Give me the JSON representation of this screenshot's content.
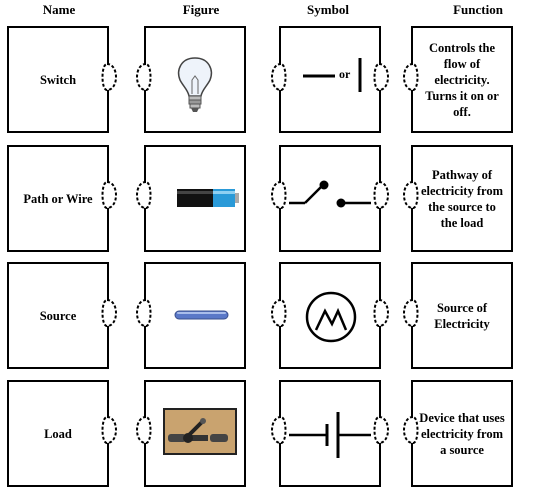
{
  "headers": [
    "Name",
    "Figure",
    "Symbol",
    "Function"
  ],
  "names": [
    "Switch",
    "Path or Wire",
    "Source",
    "Load"
  ],
  "functions": [
    "Controls the flow of electricity.  Turns it on or off.",
    "Pathway of electricity from the source to the load",
    "Source of Electricity",
    "Device that uses electricity from a source"
  ],
  "symbols": {
    "switch_or_label": "or"
  },
  "figures": [
    "light-bulb",
    "battery",
    "wire",
    "switch"
  ],
  "symbol_icons": [
    "switch-symbol",
    "open-switch-symbol",
    "generator-symbol",
    "battery-cell-symbol"
  ],
  "colors": {
    "border": "#000000",
    "battery_body": "#111111",
    "battery_cap": "#2a9ad8",
    "wire": "#5a78c8",
    "switch_board": "#c9a36f"
  }
}
